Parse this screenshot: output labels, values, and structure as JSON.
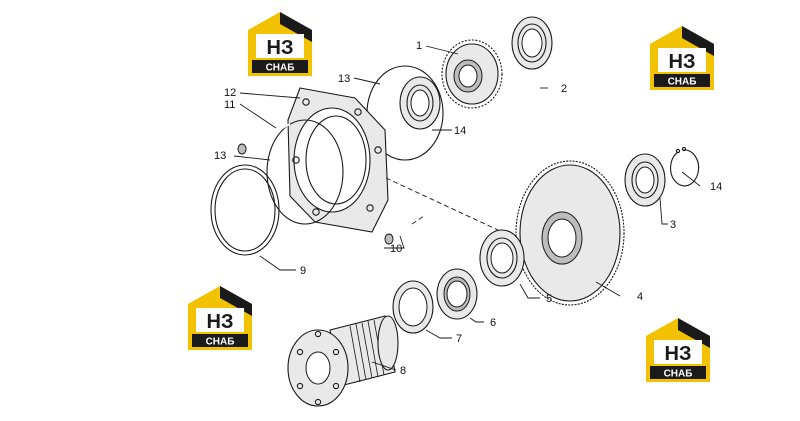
{
  "logo": {
    "mark": "НЗ",
    "caption": "СНАБ",
    "brand_color": "#f2c200",
    "dark_color": "#1a1a1a"
  },
  "callouts": [
    "1",
    "2",
    "3",
    "4",
    "5",
    "6",
    "7",
    "8",
    "9",
    "10",
    "11",
    "12",
    "13",
    "13",
    "14",
    "14"
  ]
}
